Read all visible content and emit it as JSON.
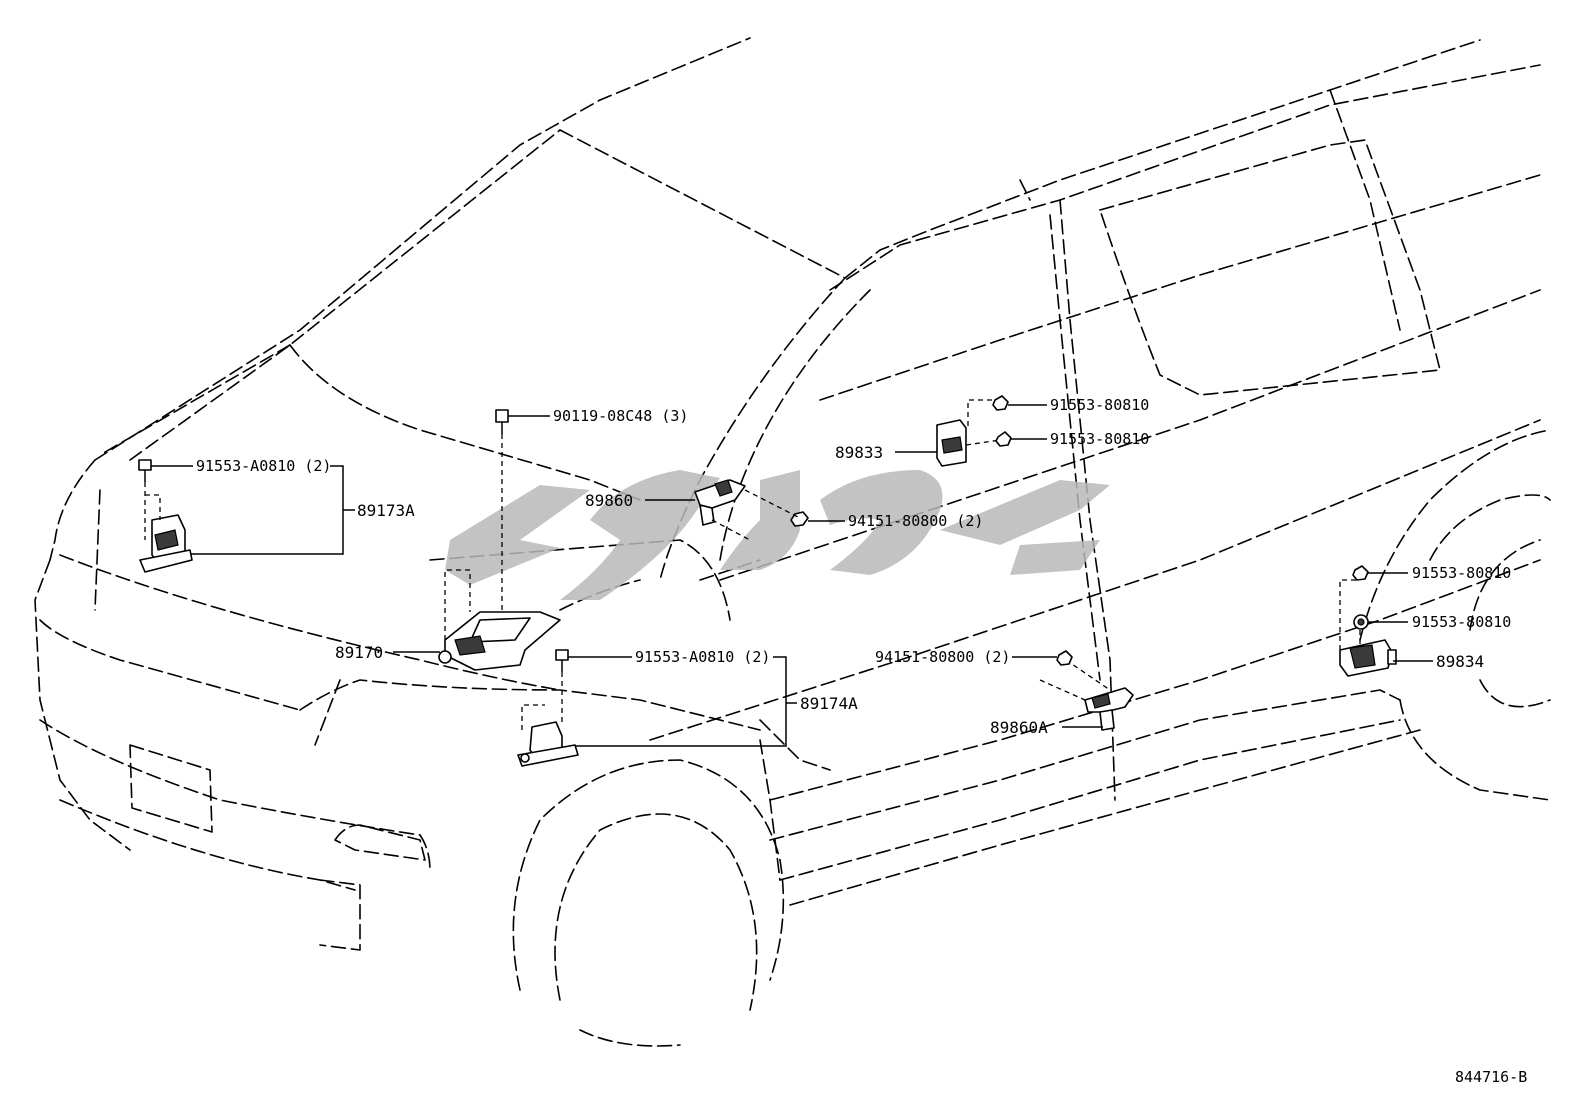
{
  "labels": {
    "p90119": "90119-08C48 (3)",
    "p91553a_left": "91553-A0810 (2)",
    "p89173a": "89173A",
    "p89860": "89860",
    "p94151_upper": "94151-80800 (2)",
    "p89833": "89833",
    "p91553_upper1": "91553-80810",
    "p91553_upper2": "91553-80810",
    "p89170": "89170",
    "p91553a_mid": "91553-A0810 (2)",
    "p89174a": "89174A",
    "p94151_lower": "94151-80800 (2)",
    "p89860a": "89860A",
    "p91553_right1": "91553-80810",
    "p91553_right2": "91553-80810",
    "p89834": "89834",
    "drawing_number": "844716-B"
  },
  "colors": {
    "line": "#000000",
    "background": "#ffffff",
    "watermark": "#b8b8b8"
  }
}
